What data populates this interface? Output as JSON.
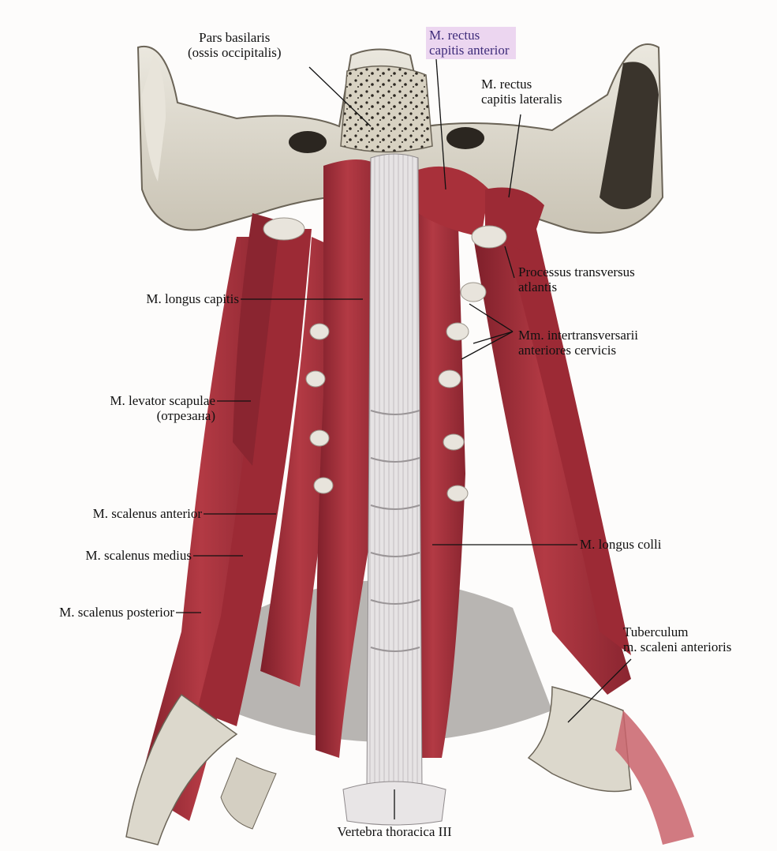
{
  "colors": {
    "muscle": "#a8303a",
    "muscle_dark": "#7e1f2a",
    "muscle_light": "#c9616a",
    "tendon": "#e3e0df",
    "bone": "#dcd8cc",
    "bone_dark": "#6b6457",
    "highlight": "#ecd6f0"
  },
  "labels": {
    "pars_basilaris": [
      "Pars basilaris",
      "(ossis occipitalis)"
    ],
    "rectus_anterior": [
      "M. rectus",
      "capitis anterior"
    ],
    "rectus_lateralis": [
      "M. rectus",
      "capitis lateralis"
    ],
    "processus_transversus": [
      "Processus transversus",
      "atlantis"
    ],
    "longus_capitis": [
      "M. longus capitis"
    ],
    "intertransversarii": [
      "Mm. intertransversarii",
      "anteriores cervicis"
    ],
    "levator_scapulae": [
      "M. levator scapulae",
      "(отрезана)"
    ],
    "scalenus_anterior": [
      "M. scalenus anterior"
    ],
    "scalenus_medius": [
      "M. scalenus medius"
    ],
    "scalenus_posterior": [
      "M. scalenus posterior"
    ],
    "longus_colli": [
      "M. longus colli"
    ],
    "tuberculum": [
      "Tuberculum",
      "m. scaleni anterioris"
    ],
    "vertebra": [
      "Vertebra thoracica III"
    ]
  }
}
